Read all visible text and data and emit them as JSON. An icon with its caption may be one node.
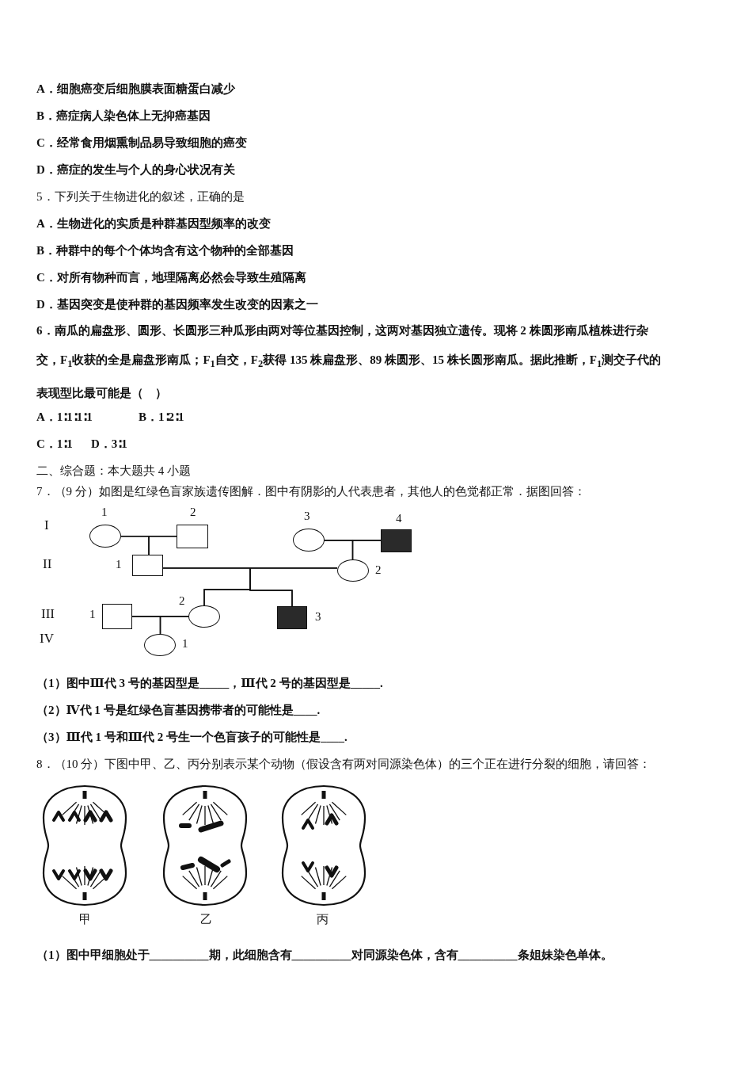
{
  "diagram": {
    "nodes": [
      {
        "text": [],
        "shape": "circle",
        "beside": [
          "1"
        ]
      },
      {
        "text": [],
        "shape": "box",
        "beside": [
          "2"
        ]
      },
      {
        "text": [],
        "shape": "circle",
        "beside": [
          "3"
        ]
      },
      {
        "text": [],
        "shape": "block",
        "beside": [
          "4"
        ]
      },
      {
        "text": [],
        "shape": "box",
        "beside": [
          "1"
        ]
      },
      {
        "text": [],
        "shape": "circle",
        "beside": [
          "2"
        ]
      },
      {
        "text": [],
        "shape": "box",
        "beside": [
          "1"
        ]
      },
      {
        "text": [],
        "shape": "circle",
        "beside": [
          "2"
        ]
      },
      {
        "text": [],
        "shape": "block",
        "beside": [
          "3"
        ]
      },
      {
        "text": [],
        "shape": "circle",
        "beside": [
          "1"
        ]
      }
    ],
    "edges": [
      {
        "from": 0,
        "to": 1,
        "arrow": "none"
      },
      {
        "from": 0,
        "to": 4,
        "arrow": "none"
      },
      {
        "from": 1,
        "to": 4,
        "arrow": "none"
      },
      {
        "from": 2,
        "to": 3,
        "arrow": "none"
      },
      {
        "from": 2,
        "to": 5,
        "arrow": "none"
      },
      {
        "from": 3,
        "to": 5,
        "arrow": "none"
      },
      {
        "from": 4,
        "to": 5,
        "arrow": "none"
      },
      {
        "from": 4,
        "to": 7,
        "arrow": "none"
      },
      {
        "from": 5,
        "to": 7,
        "arrow": "none"
      },
      {
        "from": 4,
        "to": 8,
        "arrow": "none"
      },
      {
        "from": 5,
        "to": 8,
        "arrow": "none"
      },
      {
        "from": 6,
        "to": 7,
        "arrow": "none"
      },
      {
        "from": 6,
        "to": 9,
        "arrow": "none"
      },
      {
        "from": 7,
        "to": 9,
        "arrow": "none"
      }
    ],
    "labels": [
      "A．细胞癌变后细胞膜表面糖蛋白减少",
      "B．癌症病人染色体上无抑癌基因",
      "C．经常食用烟熏制品易导致细胞的癌变",
      "D．癌症的发生与个人的身心状况有关",
      "5．下列关于生物进化的叙述，正确的是",
      "A．生物进化的实质是种群基因型频率的改变",
      "B．种群中的每个个体均含有这个物种的全部基因",
      "C．对所有物种而言，地理隔离必然会导致生殖隔离",
      "D．基因突变是使种群的基因频率发生改变的因素之一",
      "6．南瓜的扁盘形、圆形、长圆形三种瓜形由两对等位基因控制，这两对基因独立遗传。现将 2 株圆形南瓜植株进行杂交，F$_{1}$收获的全是扁盘形南瓜；F$_{1}$自交，F$_{2}$获得 135 株扁盘形、89 株圆形、15 株长圆形南瓜。据此推断，F$_{1}$测交子代的表现型比最可能是（　）",
      "A．1∶1∶1∶1",
      "B．1∶2∶1",
      "C．1∶1",
      "D．3∶1",
      "二、综合题：本大题共 4 小题",
      "7．（9 分）如图是红绿色盲家族遗传图解．图中有阴影的人代表患者，其他人的色觉都正常．据图回答：",
      "I",
      "II",
      "III",
      "IV",
      "（1）图中Ⅲ代 3 号的基因型是_____，Ⅲ代 2 号的基因型是_____.",
      "（2）Ⅳ代 1 号是红绿色盲基因携带者的可能性是____.",
      "（3）Ⅲ代 1 号和Ⅲ代 2 号生一个色盲孩子的可能性是____.",
      "8．（10 分）下图中甲、乙、丙分别表示某个动物（假设含有两对同源染色体）的三个正在进行分裂的细胞，请回答：",
      "甲",
      "乙",
      "丙",
      "（1）图中甲细胞处于__________期，此细胞含有__________对同源染色体，含有__________条姐妹染色单体。"
    ]
  }
}
